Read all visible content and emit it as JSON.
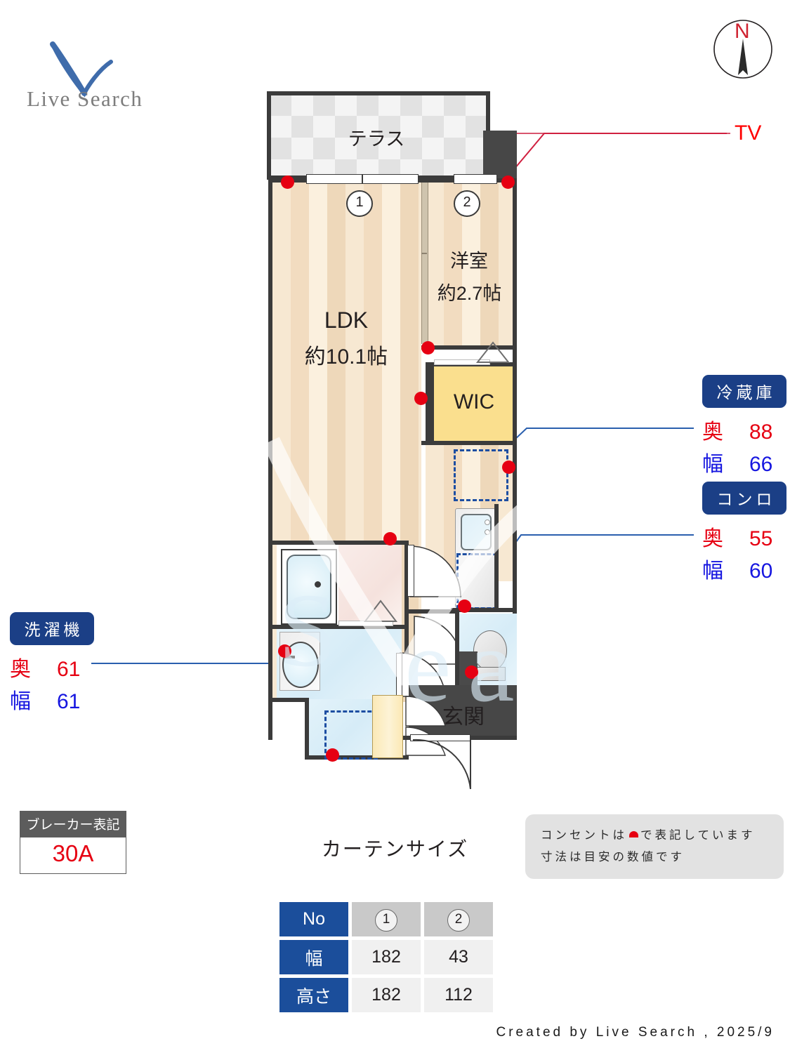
{
  "logo": {
    "name": "Live Search",
    "icon": "check-v-logo"
  },
  "compass": {
    "label": "N",
    "icon": "compass-north-icon"
  },
  "plan": {
    "terrace_label": "テラス",
    "ldk_label": "LDK",
    "ldk_size": "約10.1帖",
    "bedroom_label": "洋室",
    "bedroom_size": "約2.7帖",
    "wic_label": "WIC",
    "entrance_label": "玄関",
    "window_marks": [
      "1",
      "2"
    ]
  },
  "tv_label": "TV",
  "appliances": [
    {
      "id": "fridge",
      "title": "冷蔵庫",
      "depth_key": "奥",
      "depth": "88",
      "width_key": "幅",
      "width": "66"
    },
    {
      "id": "stove",
      "title": "コンロ",
      "depth_key": "奥",
      "depth": "55",
      "width_key": "幅",
      "width": "60"
    },
    {
      "id": "washer",
      "title": "洗濯機",
      "depth_key": "奥",
      "depth": "61",
      "width_key": "幅",
      "width": "61"
    }
  ],
  "breaker": {
    "title": "ブレーカー表記",
    "value": "30A"
  },
  "note": {
    "line1_pre": "コンセントは",
    "line1_post": "で表記しています",
    "line2": "寸法は目安の数値です"
  },
  "curtain": {
    "title": "カーテンサイズ",
    "headers": [
      "No",
      "幅",
      "高さ"
    ],
    "columns": [
      "1",
      "2"
    ],
    "width_values": [
      "182",
      "43"
    ],
    "height_values": [
      "182",
      "112"
    ]
  },
  "footer": "Created by Live Search , 2025/9",
  "colors": {
    "accent_blue": "#1b3f86",
    "red": "#e60012",
    "table_blue": "#1b4e9b",
    "wall": "#3b3b3b"
  }
}
